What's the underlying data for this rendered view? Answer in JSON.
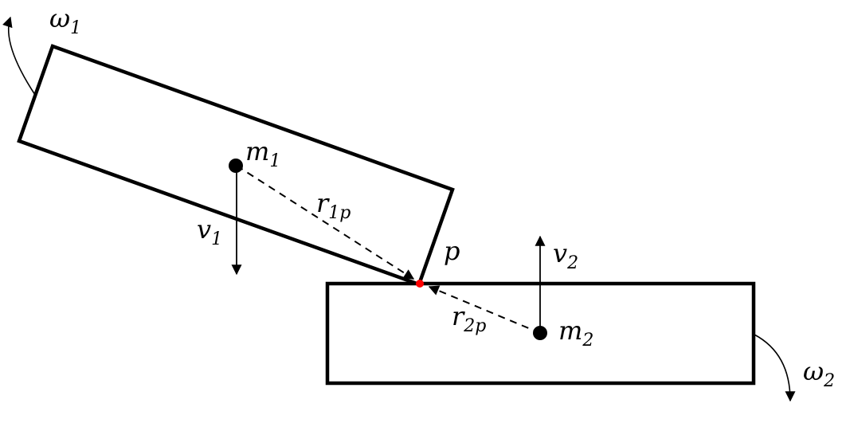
{
  "diagram": {
    "description": "Two rigid bodies colliding at contact point p",
    "labels": {
      "omega1": {
        "base": "ω",
        "sub": "1"
      },
      "body1_mass": {
        "base": "m",
        "sub": "1"
      },
      "body1_velocity": {
        "base": "v",
        "sub": "1"
      },
      "r1p_vector": {
        "base": "r",
        "sub": "1p"
      },
      "contact_point": {
        "base": "p",
        "sub": ""
      },
      "body2_velocity": {
        "base": "v",
        "sub": "2"
      },
      "body2_mass": {
        "base": "m",
        "sub": "2"
      },
      "r2p_vector": {
        "base": "r",
        "sub": "2p"
      },
      "omega2": {
        "base": "ω",
        "sub": "2"
      }
    },
    "colors": {
      "body_outline": "#000000",
      "arrow": "#000000",
      "contact_point": "#ff0000",
      "center_of_mass": "#000000",
      "background": "#ffffff"
    }
  }
}
